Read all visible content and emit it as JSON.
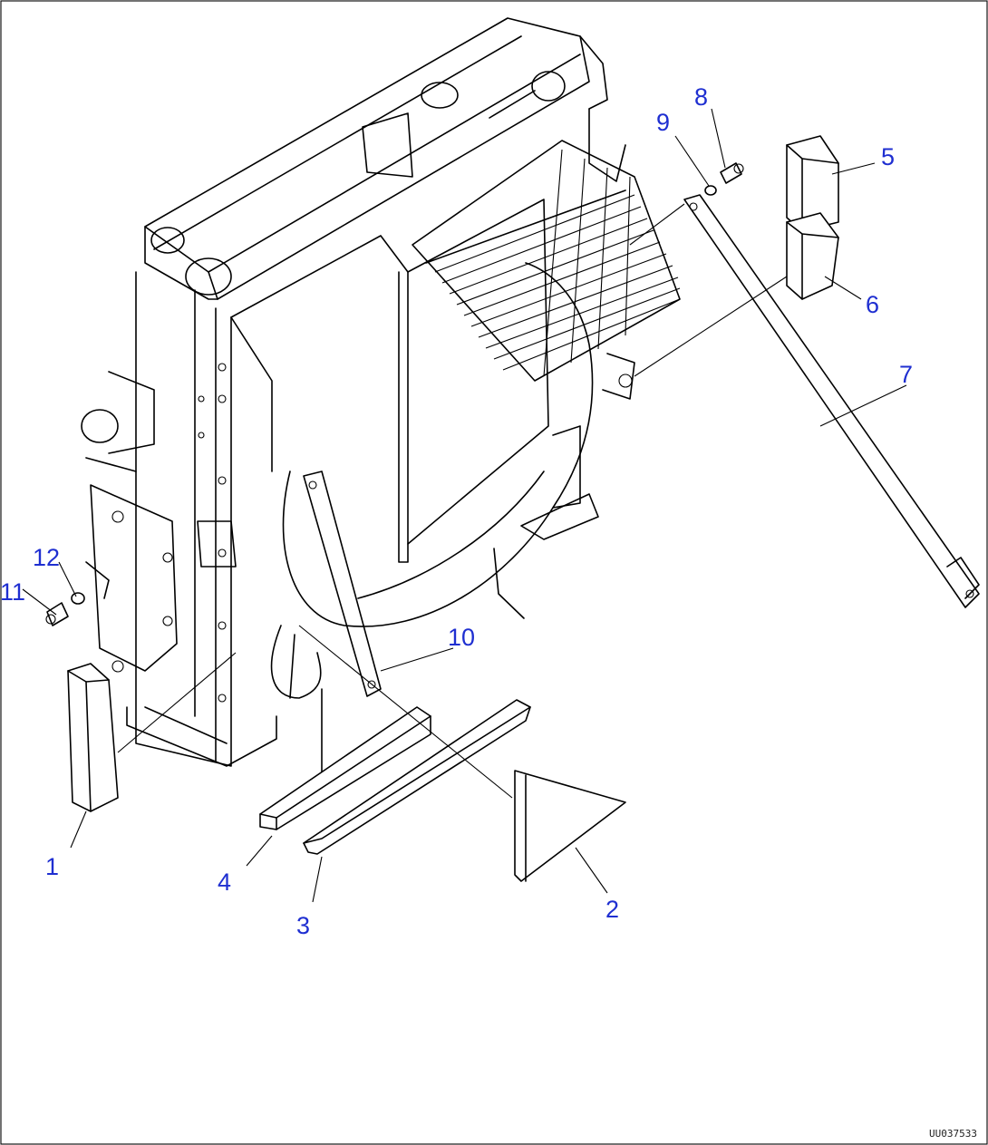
{
  "callouts": [
    {
      "id": "1",
      "label": "1"
    },
    {
      "id": "2",
      "label": "2"
    },
    {
      "id": "3",
      "label": "3"
    },
    {
      "id": "4",
      "label": "4"
    },
    {
      "id": "5",
      "label": "5"
    },
    {
      "id": "6",
      "label": "6"
    },
    {
      "id": "7",
      "label": "7"
    },
    {
      "id": "8",
      "label": "8"
    },
    {
      "id": "9",
      "label": "9"
    },
    {
      "id": "10",
      "label": "10"
    },
    {
      "id": "11",
      "label": "11"
    },
    {
      "id": "12",
      "label": "12"
    }
  ],
  "drawing_id": "UU037533",
  "colors": {
    "callout": "#1f2fd1",
    "line": "#000000",
    "background": "#ffffff"
  }
}
